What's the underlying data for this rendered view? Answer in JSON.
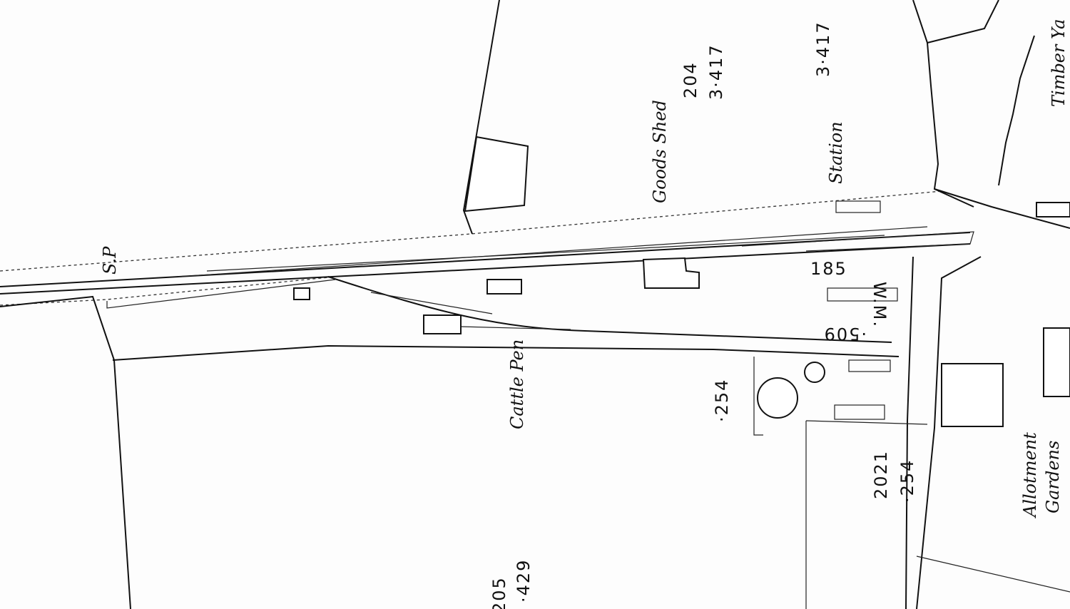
{
  "map": {
    "labels": {
      "goods_shed": "Goods Shed",
      "station": "Station",
      "cattle_pen": "Cattle Pen",
      "signal_post": "S.P",
      "timber_yard": "Timber Ya",
      "allotment": "Allotment",
      "gardens": "Gardens",
      "weighing_machine": "W.M."
    },
    "parcels": {
      "p204": "204",
      "p204_area": "3·417",
      "top_area": "3·417",
      "p185": "185",
      "p185_area": "·509",
      "left_area": "·254",
      "p2021": "2021",
      "p2021_area": "·254",
      "bottom_num": "205",
      "bottom_area": "·429"
    }
  }
}
